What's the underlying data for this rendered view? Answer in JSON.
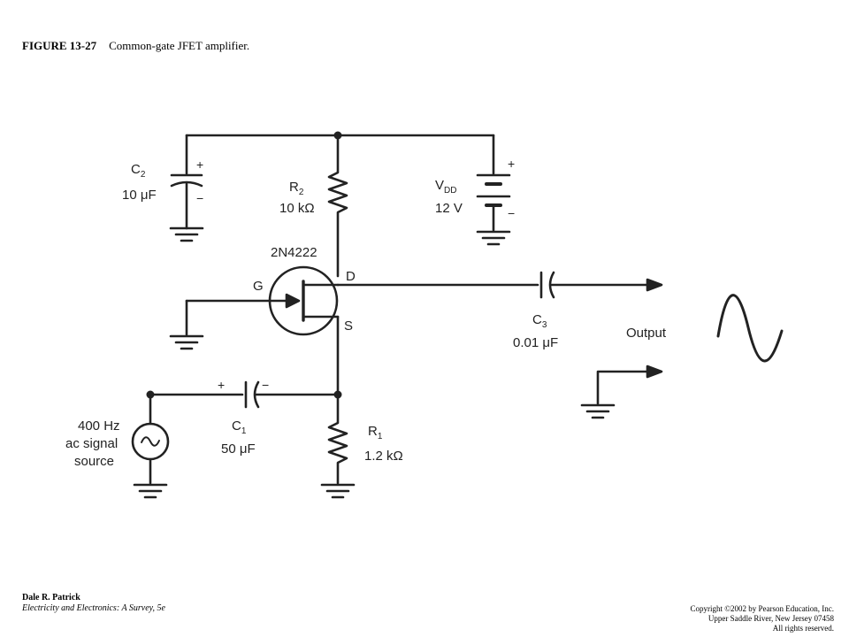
{
  "figure": {
    "number": "FIGURE 13-27",
    "caption": "Common-gate JFET amplifier."
  },
  "components": {
    "c2": {
      "name": "C",
      "sub": "2",
      "value": "10 μF"
    },
    "r2": {
      "name": "R",
      "sub": "2",
      "value": "10 kΩ"
    },
    "vdd": {
      "name": "V",
      "sub": "DD",
      "value": "12 V"
    },
    "jfet": {
      "part": "2N4222",
      "gate": "G",
      "drain": "D",
      "source": "S"
    },
    "c3": {
      "name": "C",
      "sub": "3",
      "value": "0.01 μF"
    },
    "c1": {
      "name": "C",
      "sub": "1",
      "value": "50 μF"
    },
    "r1": {
      "name": "R",
      "sub": "1",
      "value": "1.2 kΩ"
    },
    "signal_source": {
      "line1": "400 Hz",
      "line2": "ac signal",
      "line3": "source"
    },
    "output_label": "Output",
    "plus": "+",
    "minus": "−"
  },
  "footer": {
    "author": "Dale R. Patrick",
    "book": "Electricity and Electronics:  A Survey, 5e",
    "copyright1": "Copyright ©2002 by Pearson Education, Inc.",
    "copyright2": "Upper Saddle River, New Jersey 07458",
    "copyright3": "All rights reserved."
  }
}
